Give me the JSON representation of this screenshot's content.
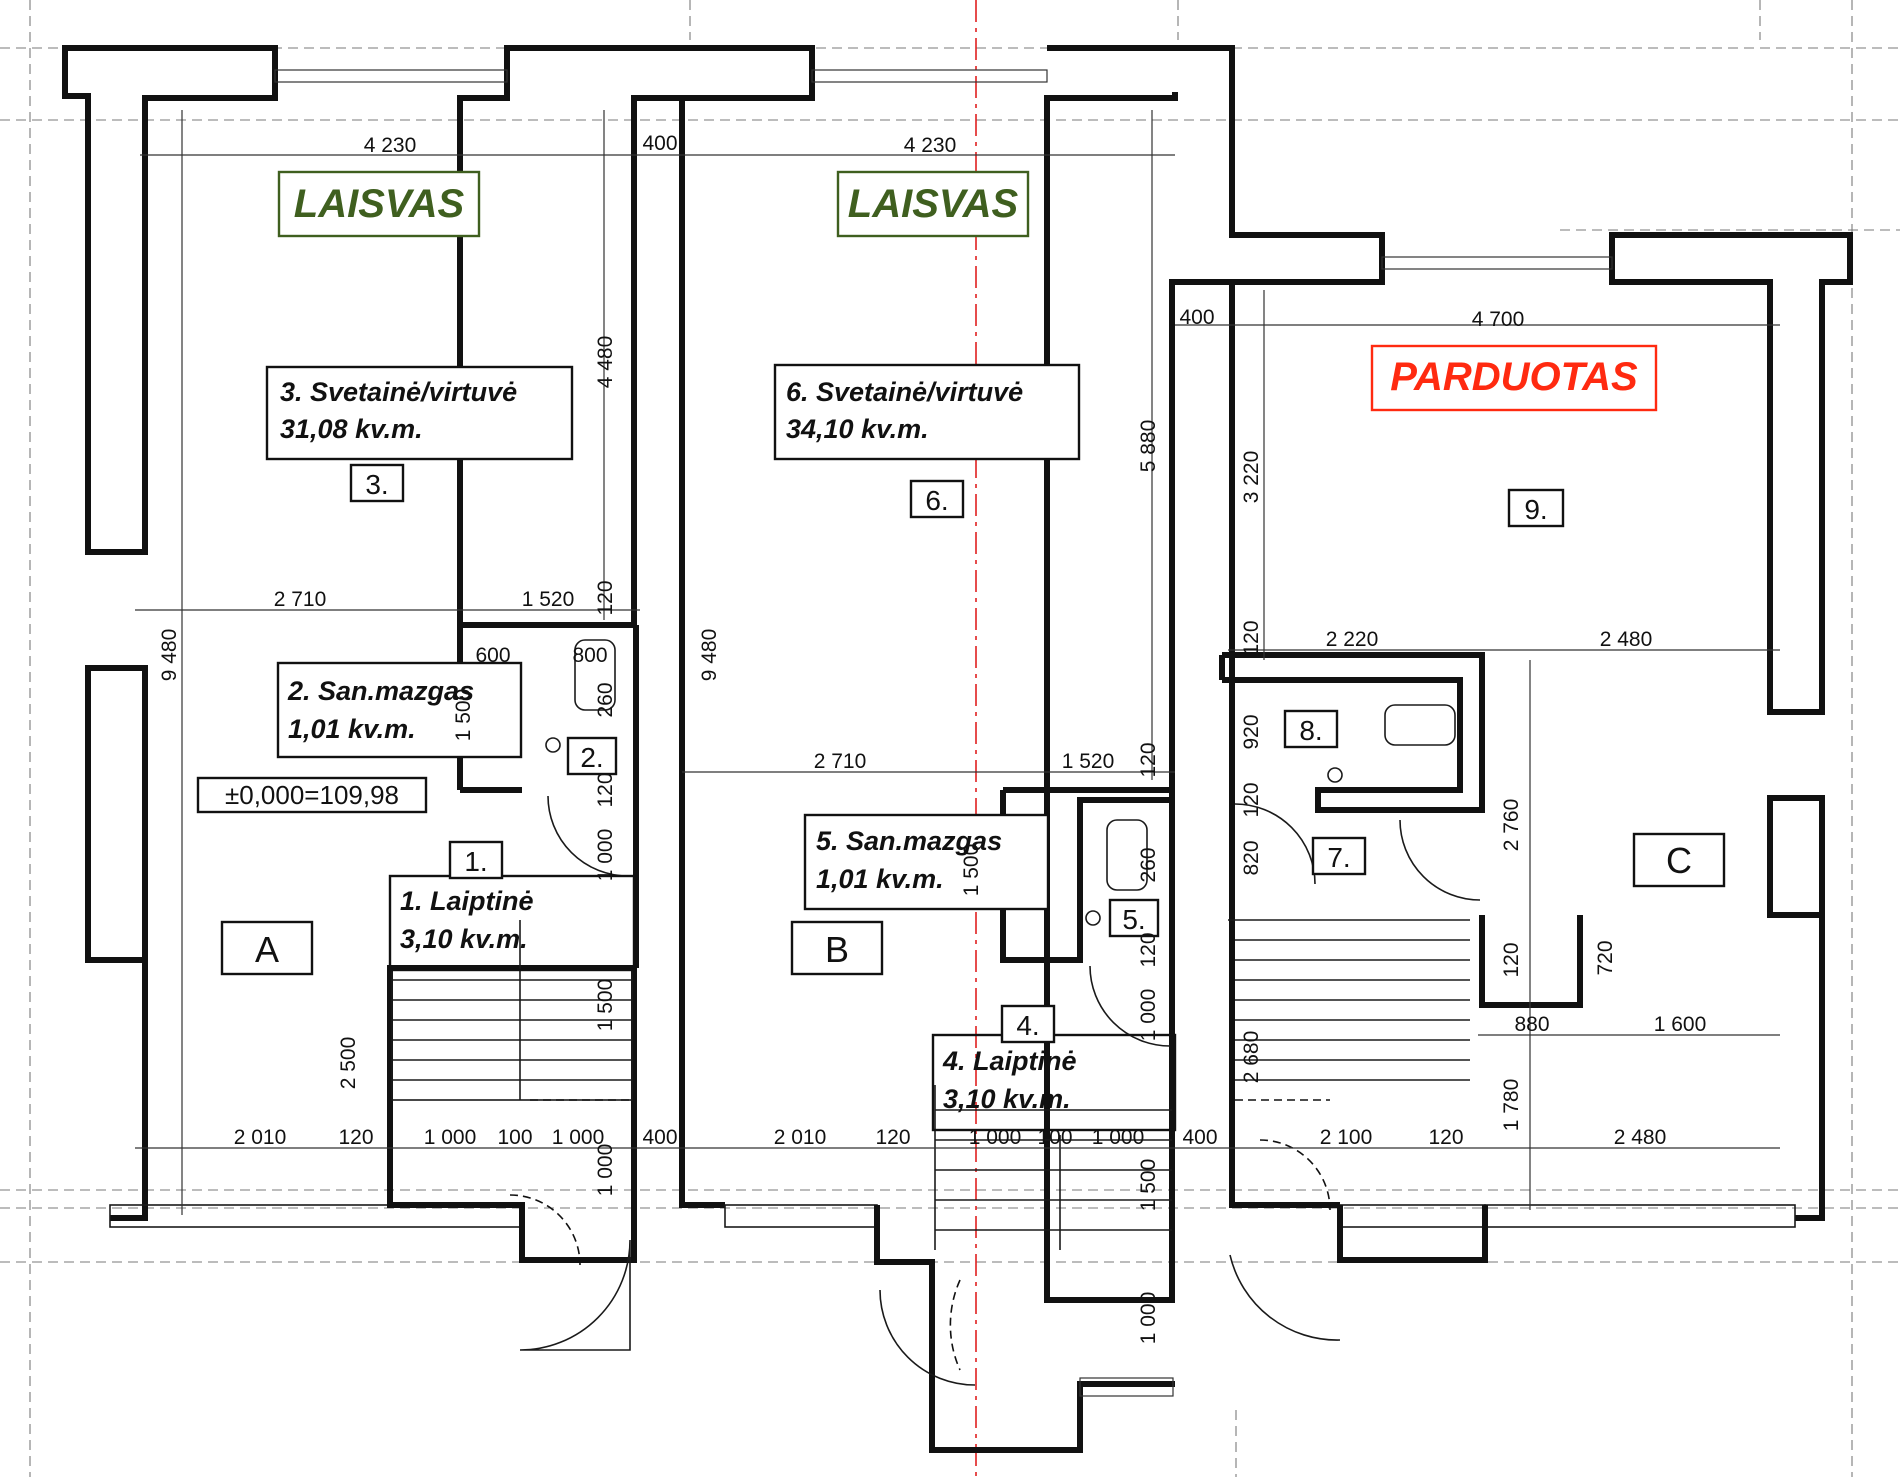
{
  "colors": {
    "wall": "#111111",
    "grid": "#7a7a7a",
    "axis": "#e02020",
    "status_free": "#3f5f1f",
    "status_sold": "#ff2a10"
  },
  "units": [
    {
      "letter": "A",
      "status": "LAISVAS",
      "status_color": "#3f5f1f"
    },
    {
      "letter": "B",
      "status": "LAISVAS",
      "status_color": "#3f5f1f"
    },
    {
      "letter": "C",
      "status": "PARDUOTAS",
      "status_color": "#ff2a10"
    }
  ],
  "rooms": [
    {
      "line1": "3. Svetainė/virtuvė",
      "line2": "31,08 kv.m.",
      "tag": "3."
    },
    {
      "line1": "6. Svetainė/virtuvė",
      "line2": "34,10 kv.m.",
      "tag": "6."
    },
    {
      "line1": "2. San.mazgas",
      "line2": "1,01 kv.m.",
      "tag": "2."
    },
    {
      "line1": "5. San.mazgas",
      "line2": "1,01 kv.m.",
      "tag": "5."
    },
    {
      "line1": "1. Laiptinė",
      "line2": "3,10 kv.m.",
      "tag": "1."
    },
    {
      "line1": "4. Laiptinė",
      "line2": "3,10 kv.m.",
      "tag": "4."
    }
  ],
  "tags_only": [
    "9.",
    "8.",
    "7."
  ],
  "elevation": "±0,000=109,98",
  "dimensions": {
    "a_top": "4 230",
    "b_top": "4 230",
    "c_top": "4 700",
    "gap_ab": "400",
    "gap_bc": "400",
    "a_depth_upper": "4 480",
    "b_depth": "5 880",
    "c_depth_upper": "3 220",
    "a_total": "9 480",
    "b_total": "9 480",
    "a_w1": "2 710",
    "a_w2": "1 520",
    "b_w1": "2 710",
    "b_w2": "1 520",
    "c_w1": "2 220",
    "c_w2": "2 480",
    "wall120": "120",
    "d600": "600",
    "d800": "800",
    "d1500": "1 500",
    "d260": "260",
    "d1000": "1 000",
    "d100": "100",
    "d2500": "2 500",
    "a_bottom1": "2 010",
    "b_bottom1": "2 010",
    "c_bottom1": "2 100",
    "c_bottom2": "2 480",
    "d920": "920",
    "d820": "820",
    "d2760": "2 760",
    "d720": "720",
    "d880": "880",
    "d1600": "1 600",
    "d2680": "2 680",
    "d1780": "1 780"
  }
}
